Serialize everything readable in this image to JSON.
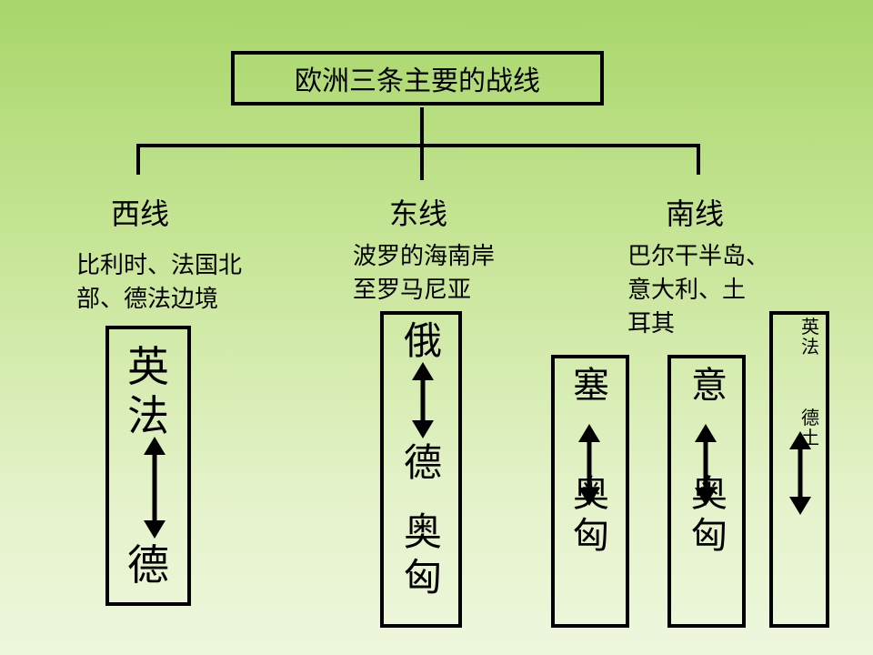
{
  "title": "欧洲三条主要的战线",
  "fronts": {
    "west": {
      "name": "西线",
      "region": [
        "比利时、法国北",
        "部、德法边境"
      ],
      "top": "英法",
      "bottom": "德"
    },
    "east": {
      "name": "东线",
      "region": [
        "波罗的海南岸",
        "至罗马尼亚"
      ],
      "top": "俄",
      "bottom1": "德",
      "bottom2": "奥匈"
    },
    "south": {
      "name": "南线",
      "region": [
        "巴尔干半岛、",
        "意大利、土",
        "耳其"
      ],
      "boxes": [
        {
          "top": "塞",
          "bottom": "奥匈"
        },
        {
          "top": "意",
          "bottom": "奥匈"
        },
        {
          "top": "英法",
          "bottom": "德土"
        }
      ]
    }
  },
  "colors": {
    "background_top": "#a8d66a",
    "background_bottom": "#eef7dd",
    "line": "#000000"
  }
}
